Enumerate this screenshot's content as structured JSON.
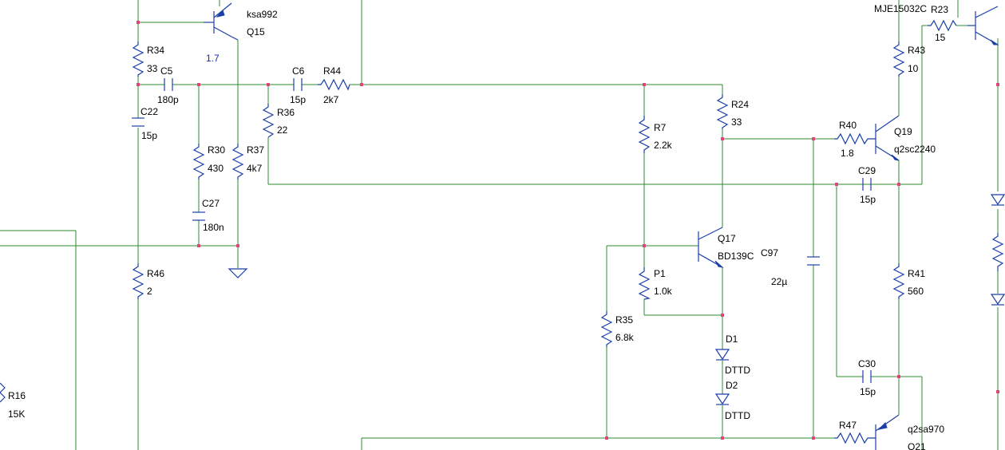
{
  "colors": {
    "wire": "#2e8b2e",
    "component": "#1a3fa8",
    "junction": "#e0447a",
    "annotation": "#1a2bb0"
  },
  "components": [
    {
      "ref": "R34",
      "value": "33"
    },
    {
      "ref": "C5",
      "value": "180p"
    },
    {
      "ref": "C22",
      "value": "15p"
    },
    {
      "ref": "R30",
      "value": "430"
    },
    {
      "ref": "R37",
      "value": "4k7"
    },
    {
      "ref": "C27",
      "value": "180n"
    },
    {
      "ref": "R36",
      "value": "22"
    },
    {
      "ref": "C6",
      "value": "15p"
    },
    {
      "ref": "R44",
      "value": "2k7"
    },
    {
      "ref": "R46",
      "value": "2"
    },
    {
      "ref": "R16",
      "value": "15K"
    },
    {
      "ref": "Q15",
      "value": "ksa992"
    },
    {
      "ref": "R7",
      "value": "2.2k"
    },
    {
      "ref": "R24",
      "value": "33"
    },
    {
      "ref": "Q17",
      "value": "BD139C"
    },
    {
      "ref": "C97",
      "value": "22µ"
    },
    {
      "ref": "P1",
      "value": "1.0k"
    },
    {
      "ref": "R35",
      "value": "6.8k"
    },
    {
      "ref": "D1",
      "value": "DTTD"
    },
    {
      "ref": "D2",
      "value": "DTTD"
    },
    {
      "ref": "R40",
      "value": "1.8"
    },
    {
      "ref": "Q19",
      "value": "q2sc2240"
    },
    {
      "ref": "C29",
      "value": "15p"
    },
    {
      "ref": "R43",
      "value": "10"
    },
    {
      "ref": "R23",
      "value": "15"
    },
    {
      "ref": "MJE15032C",
      "value": ""
    },
    {
      "ref": "R41",
      "value": "560"
    },
    {
      "ref": "C30",
      "value": "15p"
    },
    {
      "ref": "R47",
      "value": ""
    },
    {
      "ref": "Q21",
      "value": "q2sa970"
    }
  ],
  "annotations": {
    "q15_voltage": "1.7"
  }
}
